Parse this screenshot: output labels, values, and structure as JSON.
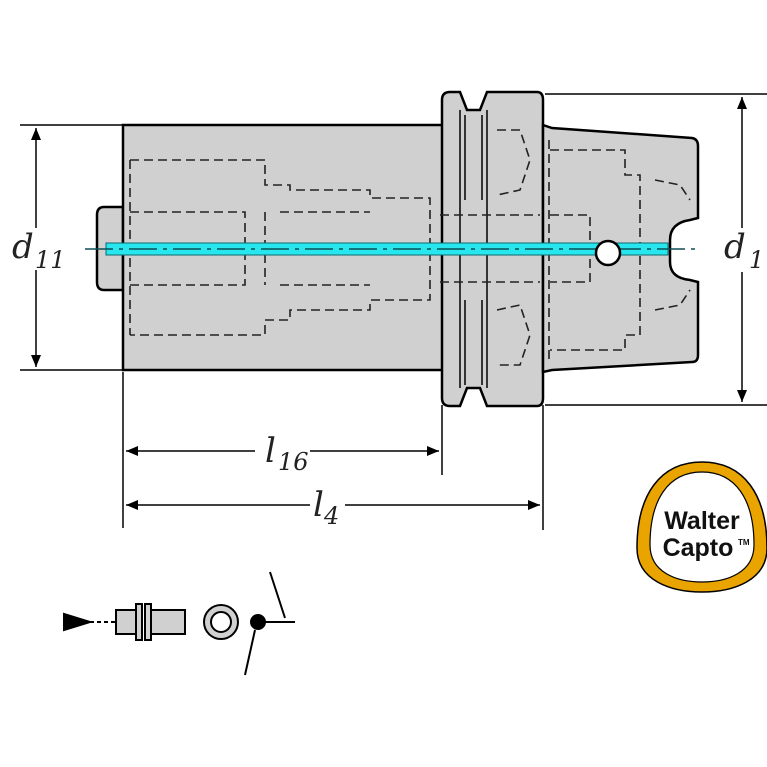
{
  "dimensions": {
    "d11": {
      "symbol": "d",
      "sub": "11"
    },
    "d1": {
      "symbol": "d",
      "sub": "1"
    },
    "l16": {
      "symbol": "l",
      "sub": "16"
    },
    "l4": {
      "symbol": "l",
      "sub": "4"
    }
  },
  "logo": {
    "line1": "Walter",
    "line2": "Capto",
    "tm": "TM"
  },
  "colors": {
    "body_fill": "#d0d0d0",
    "outline": "#000000",
    "hidden_line": "#222222",
    "coolant_channel": "#27e6ee",
    "logo_ring": "#e9a400"
  },
  "icons": {
    "assembly_diagram": "tool-assembly-icon"
  }
}
